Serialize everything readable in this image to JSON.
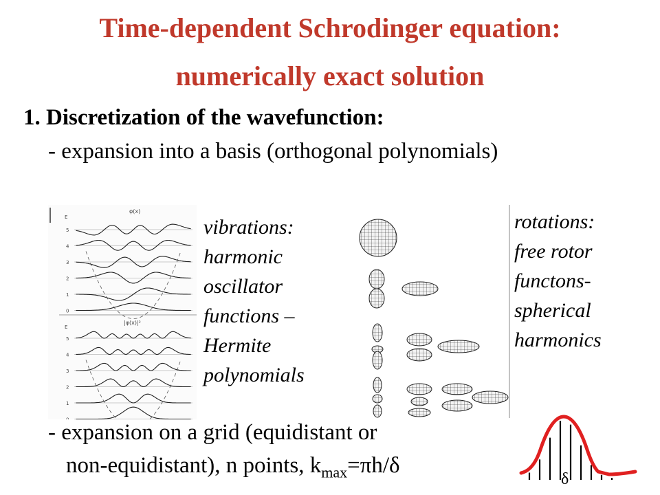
{
  "title": {
    "line1": "Time-dependent Schrodinger equation:",
    "line2": "numerically exact solution"
  },
  "heading": "1. Discretization of the wavefunction:",
  "bullet1": "- expansion into a basis (orthogonal polynomials)",
  "vibrations_caption": [
    "vibrations:",
    "harmonic",
    "oscillator",
    "functions –",
    "Hermite",
    "polynomials"
  ],
  "rotations_caption": [
    "rotations:",
    "free rotor",
    "functons-",
    "spherical",
    "harmonics"
  ],
  "bullet2": {
    "line1": "- expansion on a grid (equidistant or",
    "line2_prefix": "non-equidistant), n points, k",
    "subscript": "max",
    "suffix": "=πh/δ"
  },
  "grid_label": "δ",
  "oscillator_figure": {
    "top_label": "φ(x)",
    "bottom_label": "|φ(x)|²",
    "axis_label": "E",
    "levels": [
      "0",
      "1",
      "2",
      "3",
      "4",
      "5"
    ]
  },
  "colors": {
    "title": "#c0392b",
    "curve": "#e02020"
  }
}
